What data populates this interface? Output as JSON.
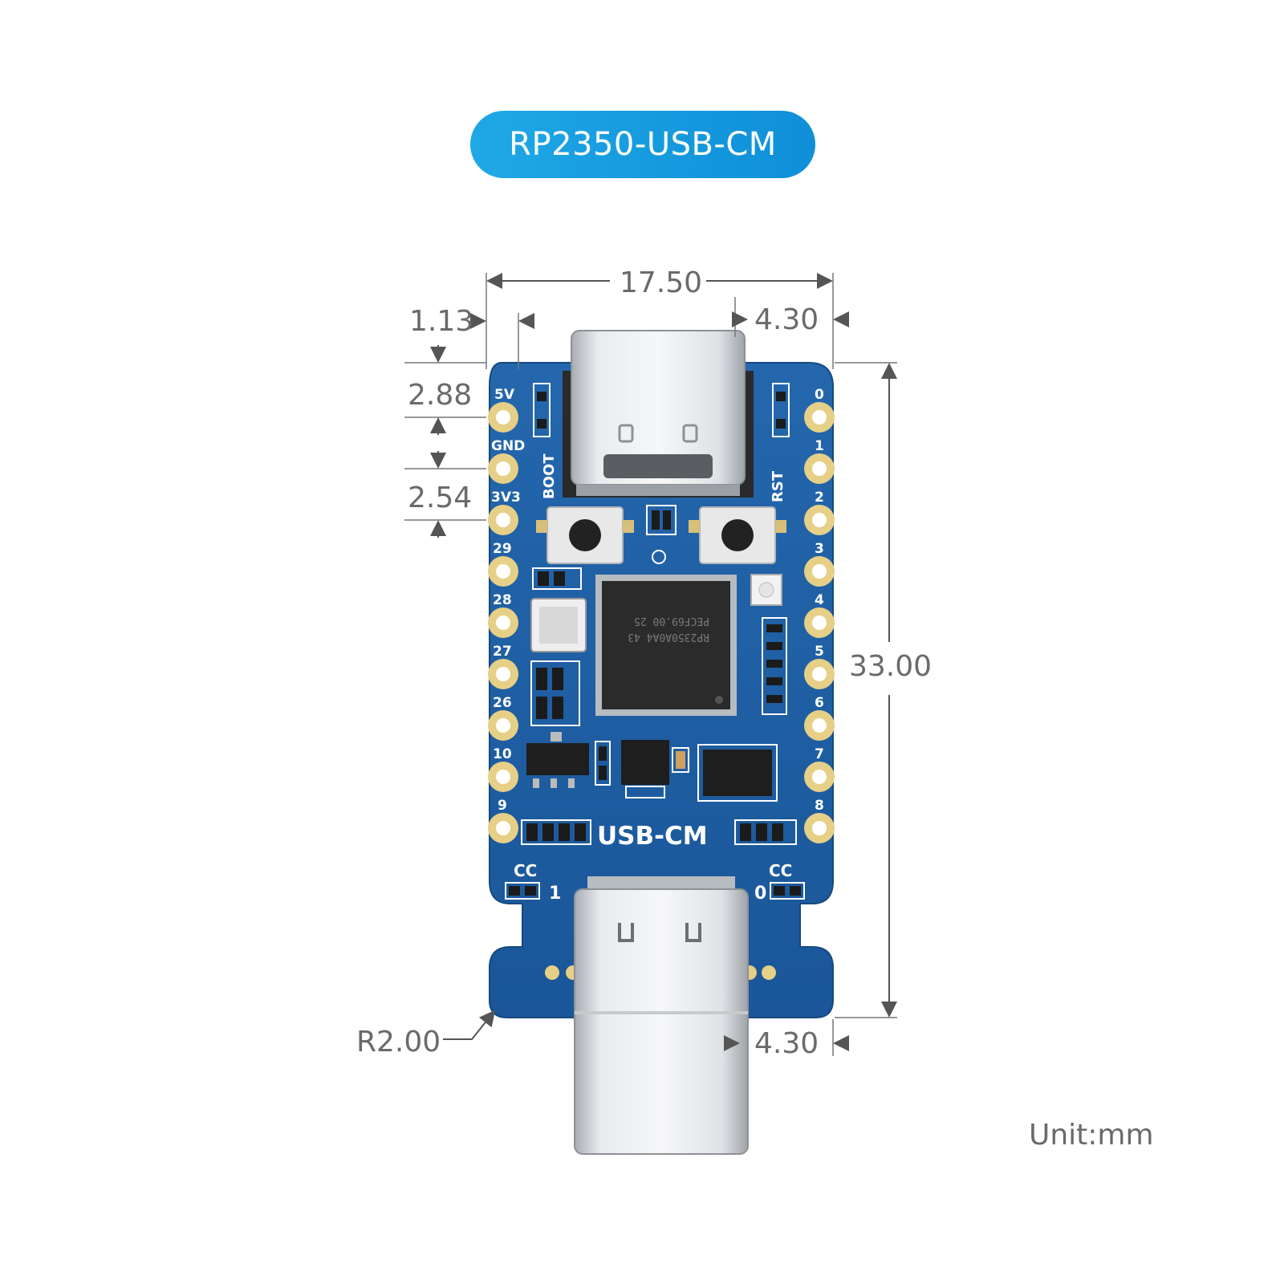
{
  "title": "RP2350-USB-CM",
  "unit_label": "Unit:mm",
  "dimensions": {
    "width": "17.50",
    "left_edge_offset": "1.13",
    "top_connector_offset": "4.30",
    "bottom_connector_offset": "4.30",
    "first_pin_offset": "2.88",
    "pin_pitch": "2.54",
    "height": "33.00",
    "corner_radius": "R2.00"
  },
  "pcb": {
    "left_pins": [
      "5V",
      "GND",
      "3V3",
      "29",
      "28",
      "27",
      "26",
      "10",
      "9"
    ],
    "right_pins": [
      "0",
      "1",
      "2",
      "3",
      "4",
      "5",
      "6",
      "7",
      "8"
    ],
    "boot_label": "BOOT",
    "reset_label": "RST",
    "board_name": "USB-CM",
    "cc_left": "CC",
    "cc_left_num": "1",
    "cc_right": "CC",
    "cc_right_num": "0",
    "chip_marking": [
      "RP2350A0A4 43",
      "PECF69.00 25"
    ]
  },
  "colors": {
    "title_pill": "#1fa8e6",
    "pcb_blue": "#1d5fa6",
    "pad_gold": "#e6cf86",
    "connector_silver": "#c9ccd0"
  }
}
